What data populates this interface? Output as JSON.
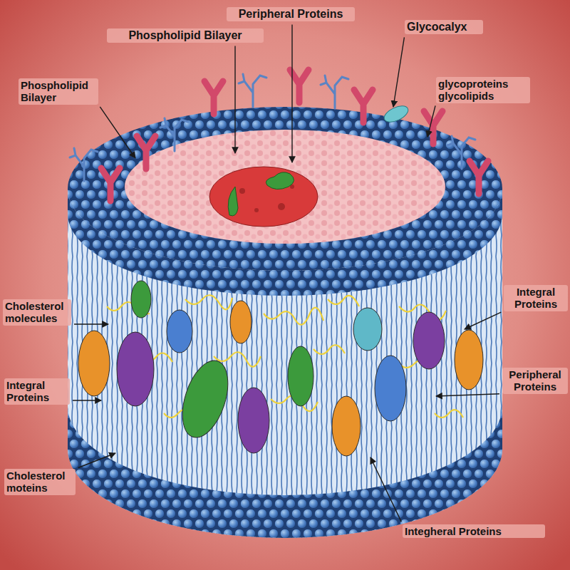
{
  "diagram": {
    "labels": [
      "Peripheral Proteins",
      "Phospholipid Bilayer",
      "Glycocalyx",
      "Phospholipid Bilayer",
      "glycoproteins glycolipids",
      "Integral Proteins",
      "Cholesterol molecules",
      "Peripheral Proteins",
      "Integral Proteins",
      "Cholesterol moteins",
      "Integheral Proteins"
    ]
  }
}
